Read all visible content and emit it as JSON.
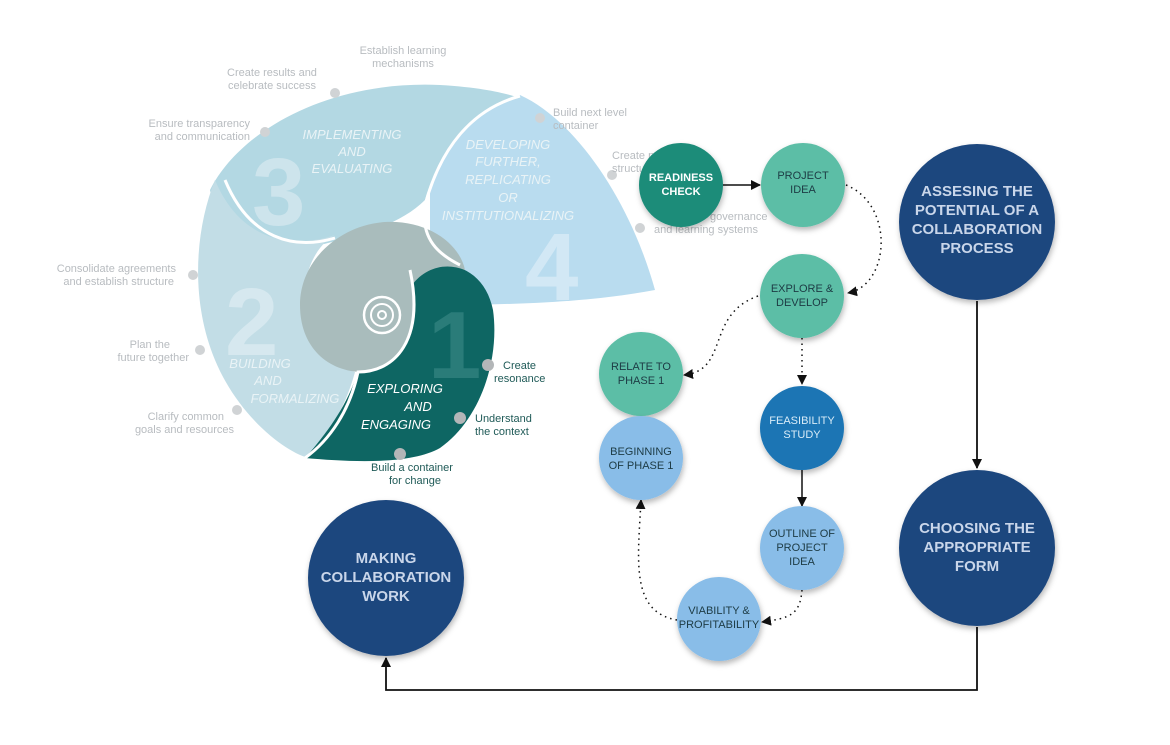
{
  "spiral": {
    "phases": [
      {
        "number": "1",
        "lines": [
          "EXPLORING",
          "AND",
          "ENGAGING"
        ]
      },
      {
        "number": "2",
        "lines": [
          "BUILDING",
          "AND",
          "FORMALIZING"
        ]
      },
      {
        "number": "3",
        "lines": [
          "IMPLEMENTING",
          "AND",
          "EVALUATING"
        ]
      },
      {
        "number": "4",
        "lines": [
          "DEVELOPING",
          "FURTHER,",
          "REPLICATING",
          "OR",
          "INSTITUTIONALIZING"
        ]
      }
    ],
    "notes": [
      {
        "lines": [
          "Establish learning",
          "mechanisms"
        ]
      },
      {
        "lines": [
          "Create results and",
          "celebrate success"
        ]
      },
      {
        "lines": [
          "Build next level",
          "container"
        ]
      },
      {
        "lines": [
          "Ensure transparency",
          "and communication"
        ]
      },
      {
        "lines": [
          "Create next",
          "structure"
        ]
      },
      {
        "lines": [
          "governance",
          "and learning systems"
        ]
      },
      {
        "lines": [
          "Consolidate agreements",
          "and establish structure"
        ]
      },
      {
        "lines": [
          "Plan the",
          "future together"
        ]
      },
      {
        "lines": [
          "Clarify common",
          "goals and resources"
        ]
      },
      {
        "lines": [
          "Create",
          "resonance"
        ]
      },
      {
        "lines": [
          "Understand",
          "the context"
        ]
      },
      {
        "lines": [
          "Build a container",
          "for change"
        ]
      }
    ]
  },
  "flow": {
    "readiness": [
      "READINESS",
      "CHECK"
    ],
    "project_idea": [
      "PROJECT",
      "IDEA"
    ],
    "explore": [
      "EXPLORE &",
      "DEVELOP"
    ],
    "relate": [
      "RELATE TO",
      "PHASE 1"
    ],
    "feasibility": [
      "FEASIBILITY",
      "STUDY"
    ],
    "beginning": [
      "BEGINNING",
      "OF PHASE 1"
    ],
    "outline": [
      "OUTLINE OF",
      "PROJECT",
      "IDEA"
    ],
    "viability": [
      "VIABILITY &",
      "PROFITABILITY"
    ]
  },
  "big": {
    "assessing": [
      "ASSESING THE",
      "POTENTIAL OF A",
      "COLLABORATION",
      "PROCESS"
    ],
    "choosing": [
      "CHOOSING THE",
      "APPROPRIATE",
      "FORM"
    ],
    "making": [
      "MAKING",
      "COLLABORATION",
      "WORK"
    ]
  },
  "colors": {
    "phase1": "#0e6663",
    "phase2": "#c2dde6",
    "phase3": "#b3d8e3",
    "phase4": "#b9dcef",
    "core": "#a9bcbc",
    "teal_dark": "#1e8c79",
    "teal": "#5cbea6",
    "blue": "#1a75b4",
    "light_blue": "#89bde8",
    "navy": "#1e477e"
  }
}
